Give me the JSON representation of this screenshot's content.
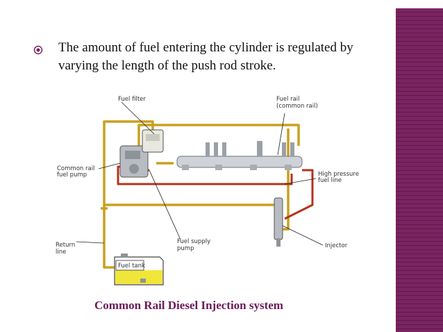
{
  "bullet": {
    "icon": "radio-bullet-icon",
    "line1": "The amount of fuel entering the cylinder is regulated by",
    "line2": "varying the length of the push rod stroke."
  },
  "diagram": {
    "labels": {
      "fuel_filter": "Fuel filter",
      "fuel_rail_1": "Fuel rail",
      "fuel_rail_2": "(common rail)",
      "common_rail_pump_1": "Common rail",
      "common_rail_pump_2": "fuel pump",
      "high_pressure_1": "High pressure",
      "high_pressure_2": "fuel line",
      "return_line_1": "Return",
      "return_line_2": "line",
      "fuel_supply_1": "Fuel supply",
      "fuel_supply_2": "pump",
      "injector": "Injector",
      "fuel_tank": "Fuel tank"
    }
  },
  "caption": "Common Rail Diesel Injection system",
  "colors": {
    "accent": "#7a2461",
    "caption": "#6b1a58",
    "fuel_line": "#c9a020",
    "high_pressure": "#b3331c",
    "tank_fuel": "#f0e63a"
  }
}
